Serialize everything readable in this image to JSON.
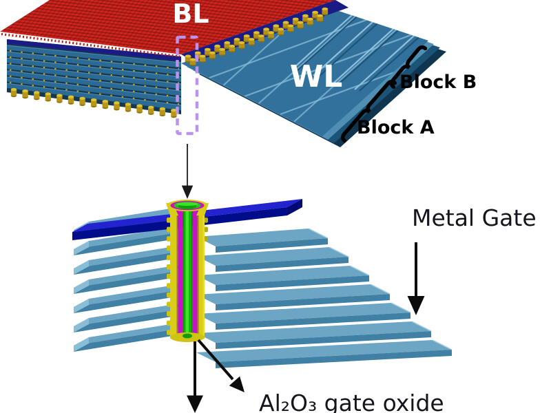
{
  "figure": {
    "top_view": {
      "bl_label": "BL",
      "wl_label": "WL",
      "block_b_label": "Block B",
      "block_a_label": "Block A"
    },
    "detail_view": {
      "metal_gate_label": "Metal Gate",
      "gate_oxide_label": "Al₂O₃ gate oxide"
    },
    "colors": {
      "bit_line_red": "#d0251e",
      "bit_line_red_dark": "#9a1a14",
      "word_line_teal": "#31719c",
      "stack_teal_dark": "#2b6a94",
      "metal_gate_blue": "#2323d0",
      "navy_layer": "#1b1b86",
      "bottom_slab_blue": "#6ca6c4",
      "via_gold": "#c8a51b",
      "gate_oxide_yellow": "#d9cd15",
      "oxide_magenta": "#c414c4",
      "channel_green": "#27c614",
      "highlight_violet": "#bd92ec",
      "annotation_black": "#15151e"
    }
  }
}
